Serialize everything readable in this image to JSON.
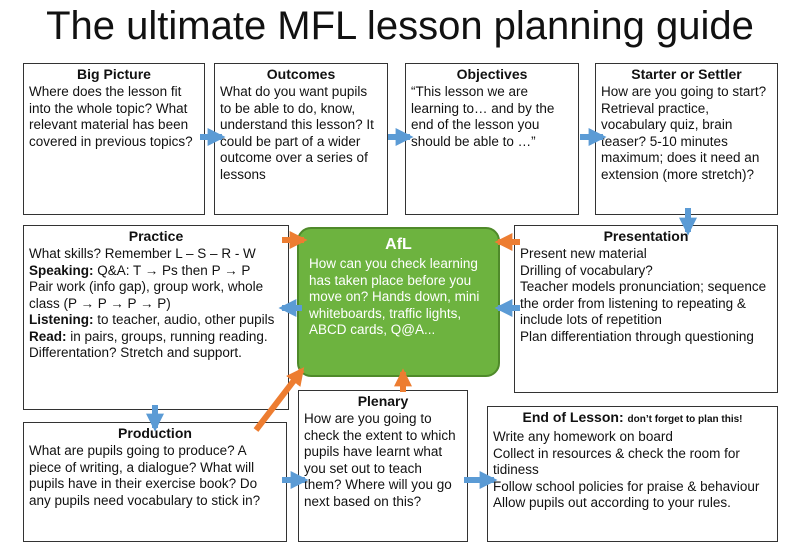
{
  "title": "The ultimate MFL lesson planning guide",
  "colors": {
    "blue_arrow": "#5b9bd5",
    "orange_arrow": "#ed7d31",
    "afl_green": "#6db33f"
  },
  "boxes": {
    "big_picture": {
      "heading": "Big Picture",
      "text": "Where does the lesson fit into the whole topic? What relevant material has been covered in previous topics?"
    },
    "outcomes": {
      "heading": "Outcomes",
      "text": "What do you want pupils to be able to do, know, understand this lesson? It could be part of a wider outcome over a series of lessons"
    },
    "objectives": {
      "heading": "Objectives",
      "text": "“This lesson we are learning to… and by the end of the lesson you should be able to …”"
    },
    "starter": {
      "heading": "Starter or Settler",
      "text": "How are you going to start? Retrieval practice, vocabulary quiz, brain teaser? 5-10 minutes maximum; does it need an extension (more stretch)?"
    },
    "practice": {
      "heading": "Practice",
      "line1": "What skills? Remember L – S – R - W",
      "speaking_label": "Speaking:",
      "speaking_text": " Q&A: T → Ps then P → P",
      "line3": "Pair work (info gap), group work, whole class (P → P → P → P)",
      "listening_label": "Listening:",
      "listening_text": " to teacher, audio, other pupils",
      "read_label": "Read:",
      "read_text": " in pairs, groups, running reading.",
      "line6": "Differentation? Stretch and support."
    },
    "afl": {
      "heading": "AfL",
      "text": "How can you check learning has taken place before you move on? Hands down, mini whiteboards, traffic lights, ABCD cards, Q@A..."
    },
    "presentation": {
      "heading": "Presentation",
      "lines": [
        "Present new material",
        "Drilling of vocabulary?",
        "Teacher models pronunciation; sequence the order from listening to repeating & include lots of repetition",
        "Plan differentiation through questioning"
      ]
    },
    "production": {
      "heading": "Production",
      "text": "What are pupils going to produce? A piece of writing, a dialogue? What will pupils have in their exercise book? Do any pupils need vocabulary to stick in?"
    },
    "plenary": {
      "heading": "Plenary",
      "text": "How are you going to check the extent to which pupils have learnt what you set out to teach them? Where will you go next based on this?"
    },
    "end_of_lesson": {
      "heading": "End of Lesson:",
      "heading_note": "don’t forget to plan this!",
      "lines": [
        "Write any homework on board",
        "Collect in resources & check the room for tidiness",
        "Follow school policies for praise & behaviour",
        "Allow pupils out according to your rules."
      ]
    }
  }
}
